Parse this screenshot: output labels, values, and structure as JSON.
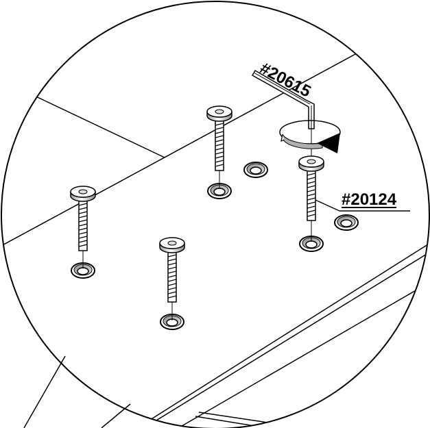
{
  "figure": {
    "labels": {
      "hex_key_part_number": "#20615",
      "bolt_part_number": "#20124"
    },
    "parts": {
      "bolt_count": 4,
      "hole_count": 6,
      "tool": "hex-key"
    },
    "colors": {
      "line": "#000000",
      "background": "#ffffff",
      "shading": "#b0b0b0"
    }
  }
}
